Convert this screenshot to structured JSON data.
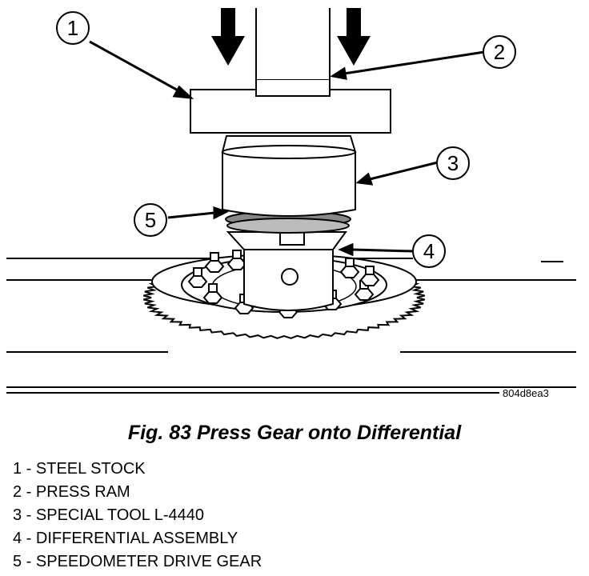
{
  "figure": {
    "reference_code": "804d8ea3",
    "caption": "Fig. 83 Press Gear onto Differential"
  },
  "callouts": [
    {
      "number": "1",
      "label": "STEEL STOCK"
    },
    {
      "number": "2",
      "label": "PRESS RAM"
    },
    {
      "number": "3",
      "label": "SPECIAL TOOL L-4440"
    },
    {
      "number": "4",
      "label": "DIFFERENTIAL ASSEMBLY"
    },
    {
      "number": "5",
      "label": "SPEEDOMETER DRIVE GEAR"
    }
  ],
  "legend_separator": " - "
}
